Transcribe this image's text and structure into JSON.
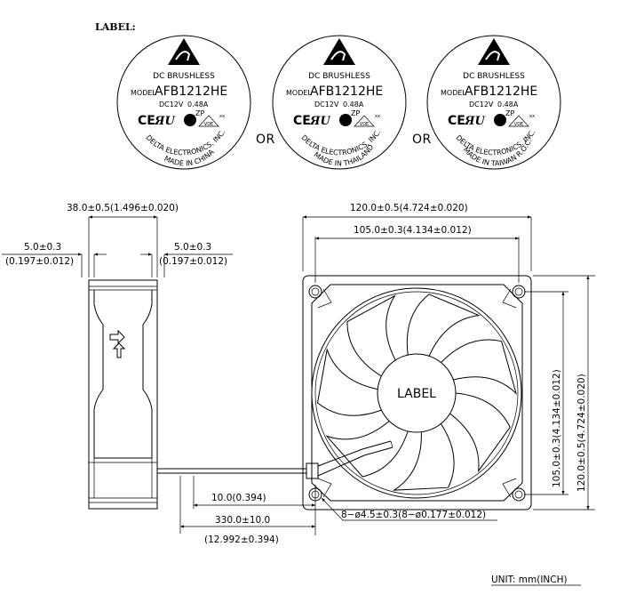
{
  "section_label": "LABEL:",
  "labels": [
    {
      "series": "DC BRUSHLESS",
      "model_prefix": "MODEL",
      "model": "AFB1212HE",
      "voltage": "DC12V",
      "current": "0.48A",
      "maker": "DELTA ELECTRONICS, INC.",
      "origin": "MADE IN CHINA"
    },
    {
      "series": "DC BRUSHLESS",
      "model_prefix": "MODEL",
      "model": "AFB1212HE",
      "voltage": "DC12V",
      "current": "0.48A",
      "maker": "DELTA ELECTRONICS, INC.",
      "origin": "MADE IN THAILAND"
    },
    {
      "series": "DC BRUSHLESS",
      "model_prefix": "MODEL",
      "model": "AFB1212HE",
      "voltage": "DC12V",
      "current": "0.48A",
      "maker": "DELTA ELECTRONICS, INC.",
      "origin": "MADE IN TAIWAN R.O.C."
    }
  ],
  "cert_marks": {
    "ce": "CE",
    "ul": "ЯU",
    "zp": "ZP",
    "vde": "VDE",
    "xx": "xx"
  },
  "separator": "OR",
  "dimensions": {
    "side_depth": "38.0±0.5(1.496±0.020)",
    "side_flange_left_top": "5.0±0.3",
    "side_flange_left_bottom": "(0.197±0.012)",
    "side_flange_right_top": "5.0±0.3",
    "side_flange_right_bottom": "(0.197±0.012)",
    "front_width": "120.0±0.5(4.724±0.020)",
    "front_hole_spacing": "105.0±0.3(4.134±0.012)",
    "vertical_hole_spacing": "105.0±0.3(4.134±0.012)",
    "vertical_height": "120.0±0.5(4.724±0.020)",
    "strip_length": "10.0(0.394)",
    "lead_length_top": "330.0±10.0",
    "lead_length_bottom": "(12.992±0.394)",
    "hole_spec": "8−ø4.5±0.3(8−ø0.177±0.012)"
  },
  "center_label": "LABEL",
  "unit": "UNIT:  mm(INCH)"
}
